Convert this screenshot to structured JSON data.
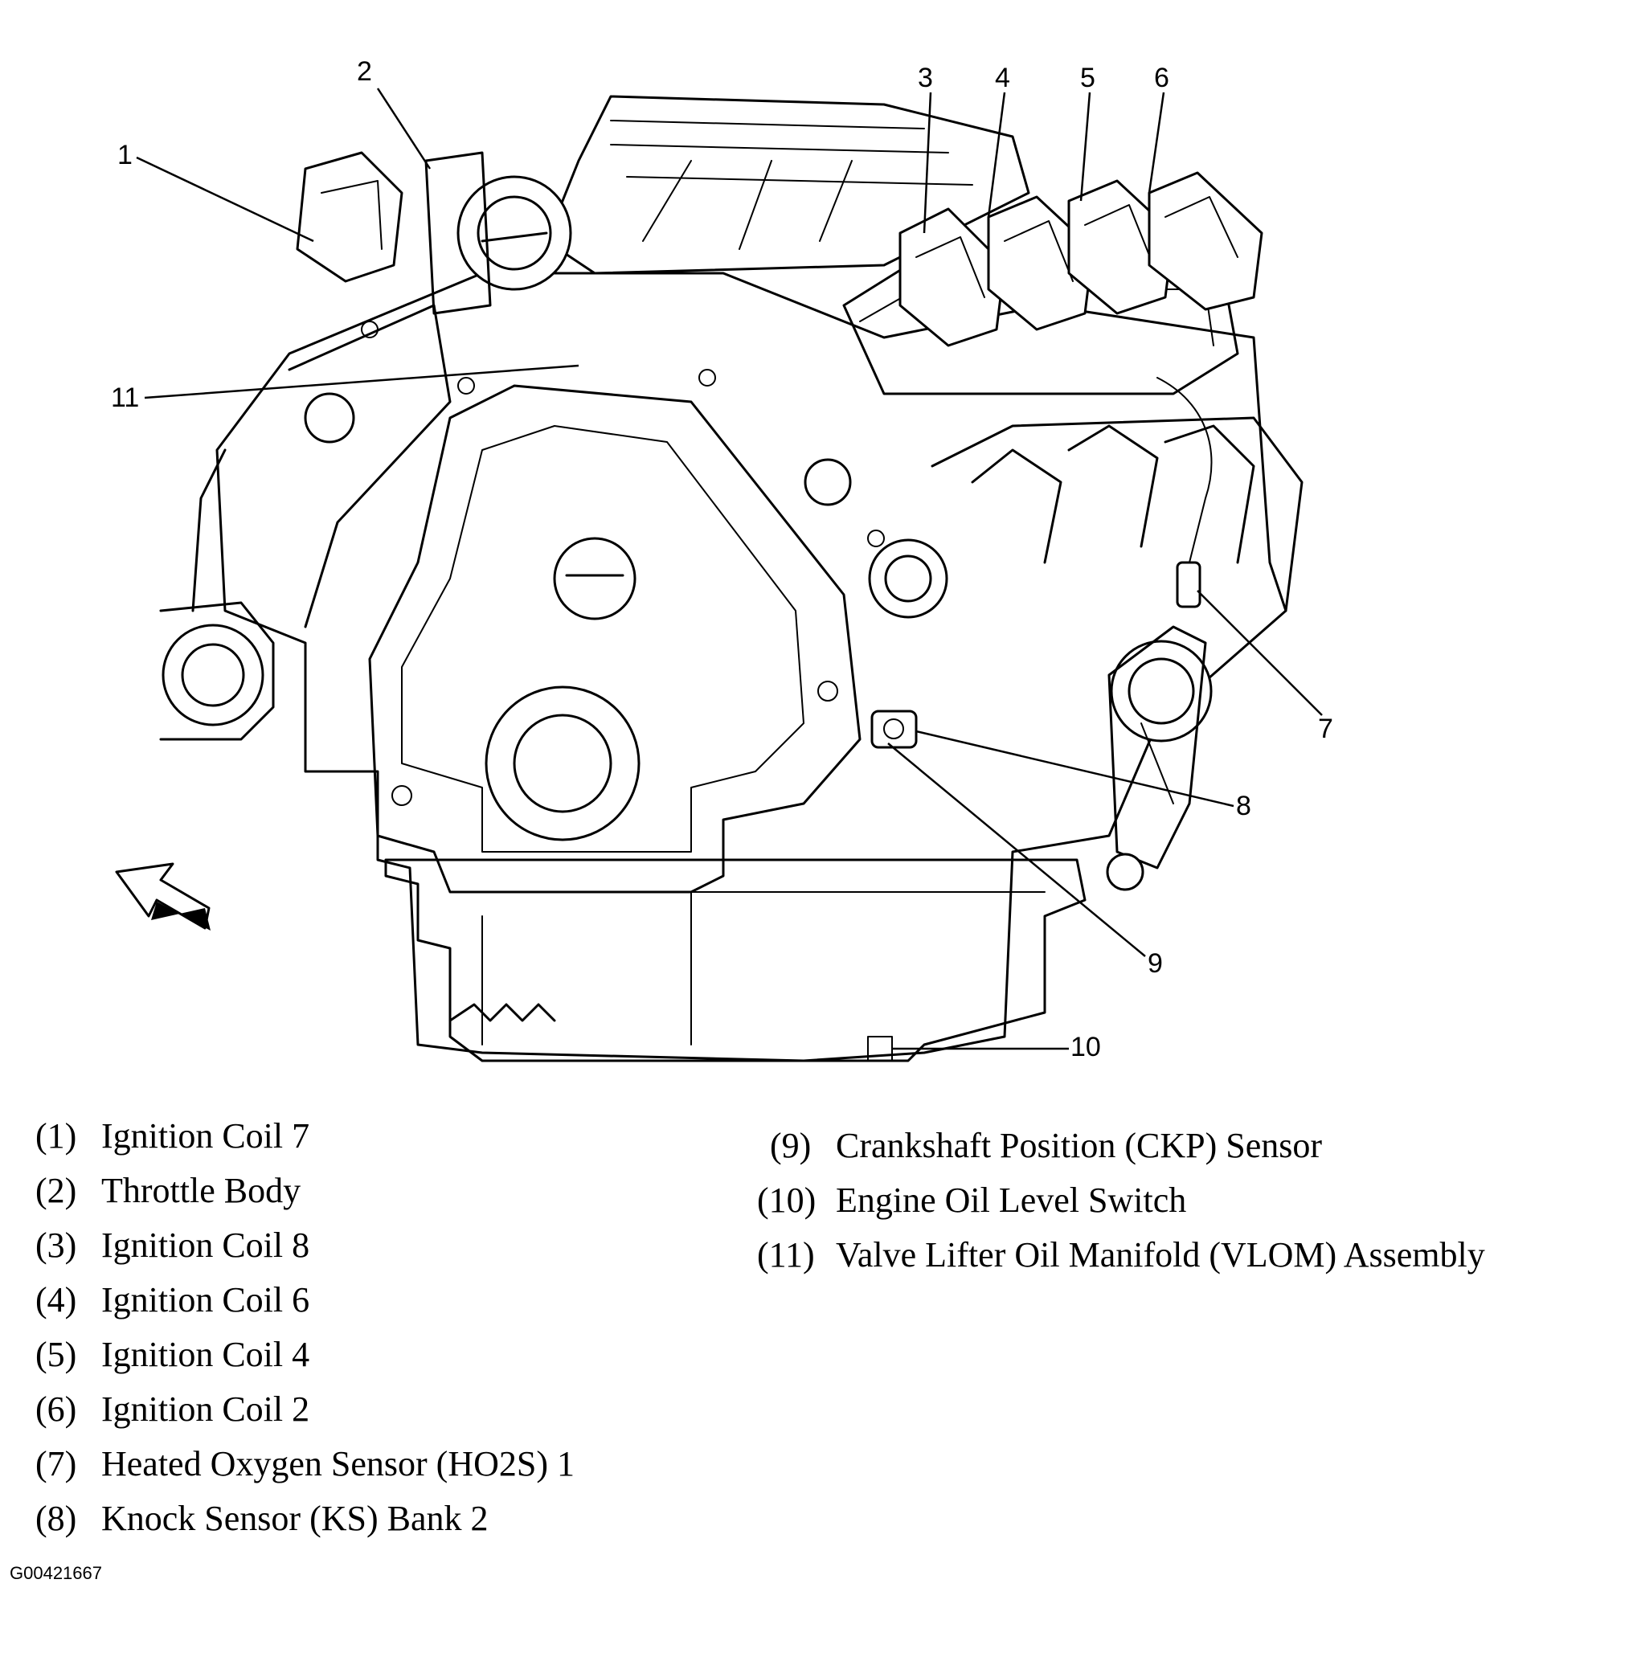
{
  "callouts": [
    "1",
    "2",
    "3",
    "4",
    "5",
    "6",
    "7",
    "8",
    "9",
    "10",
    "11"
  ],
  "legend": [
    {
      "num": "(1)",
      "label": "Ignition Coil 7"
    },
    {
      "num": "(2)",
      "label": "Throttle Body"
    },
    {
      "num": "(3)",
      "label": "Ignition Coil 8"
    },
    {
      "num": "(4)",
      "label": "Ignition Coil 6"
    },
    {
      "num": "(5)",
      "label": "Ignition Coil 4"
    },
    {
      "num": "(6)",
      "label": "Ignition Coil 2"
    },
    {
      "num": "(7)",
      "label": "Heated Oxygen Sensor (HO2S) 1"
    },
    {
      "num": "(8)",
      "label": "Knock Sensor (KS) Bank 2"
    },
    {
      "num": "(9)",
      "label": "Crankshaft Position (CKP) Sensor"
    },
    {
      "num": "(10)",
      "label": "Engine Oil Level Switch"
    },
    {
      "num": "(11)",
      "label": "Valve Lifter Oil Manifold (VLOM) Assembly"
    }
  ],
  "figure_id": "G00421667",
  "icons": {
    "direction_arrow": "front-direction-arrow-icon"
  }
}
